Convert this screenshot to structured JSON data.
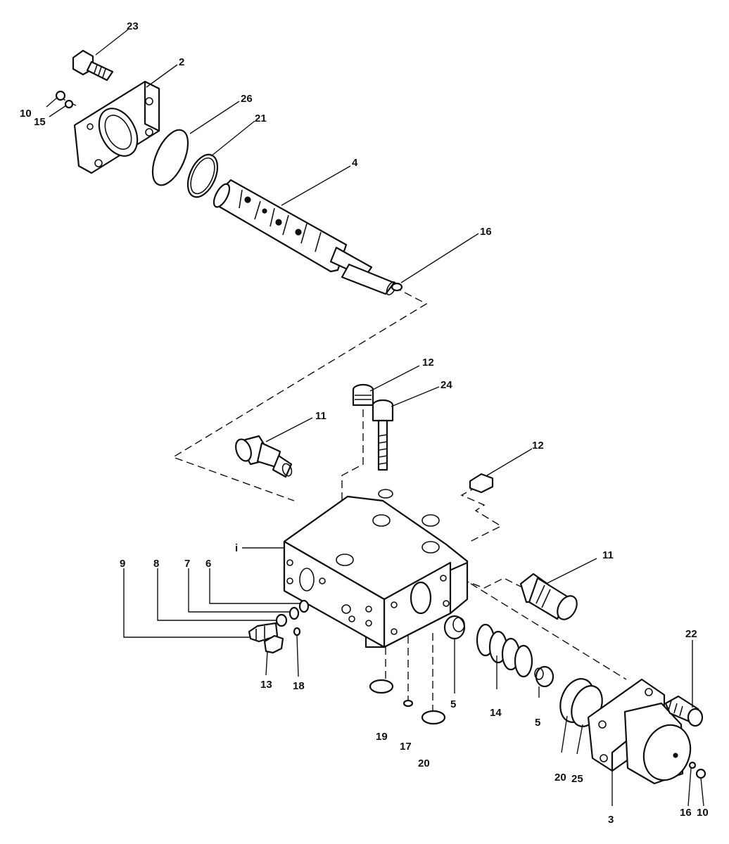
{
  "callouts": [
    {
      "id": "c23",
      "label": "23"
    },
    {
      "id": "c2",
      "label": "2"
    },
    {
      "id": "c26",
      "label": "26"
    },
    {
      "id": "c21",
      "label": "21"
    },
    {
      "id": "c10a",
      "label": "10"
    },
    {
      "id": "c15",
      "label": "15"
    },
    {
      "id": "c4",
      "label": "4"
    },
    {
      "id": "c16a",
      "label": "16"
    },
    {
      "id": "c12a",
      "label": "12"
    },
    {
      "id": "c24",
      "label": "24"
    },
    {
      "id": "c11a",
      "label": "11"
    },
    {
      "id": "c12b",
      "label": "12"
    },
    {
      "id": "c1",
      "label": "i"
    },
    {
      "id": "c11b",
      "label": "11"
    },
    {
      "id": "c9",
      "label": "9"
    },
    {
      "id": "c8",
      "label": "8"
    },
    {
      "id": "c7",
      "label": "7"
    },
    {
      "id": "c6",
      "label": "6"
    },
    {
      "id": "c13",
      "label": "13"
    },
    {
      "id": "c18",
      "label": "18"
    },
    {
      "id": "c19",
      "label": "19"
    },
    {
      "id": "c17",
      "label": "17"
    },
    {
      "id": "c20a",
      "label": "20"
    },
    {
      "id": "c5a",
      "label": "5"
    },
    {
      "id": "c14",
      "label": "14"
    },
    {
      "id": "c5b",
      "label": "5"
    },
    {
      "id": "c20b",
      "label": "20"
    },
    {
      "id": "c25",
      "label": "25"
    },
    {
      "id": "c22",
      "label": "22"
    },
    {
      "id": "c3",
      "label": "3"
    },
    {
      "id": "c16b",
      "label": "16"
    },
    {
      "id": "c10b",
      "label": "10"
    }
  ]
}
